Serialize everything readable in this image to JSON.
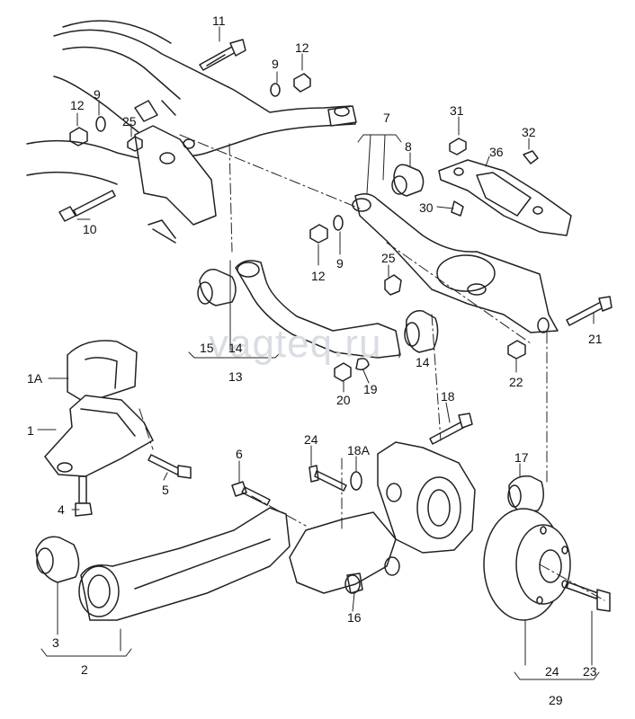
{
  "watermark": "vagteq.ru",
  "labels": [
    "11",
    "12",
    "9",
    "12",
    "9",
    "25",
    "7",
    "8",
    "31",
    "32",
    "36",
    "30",
    "10",
    "12",
    "9",
    "25",
    "15",
    "14",
    "13",
    "14",
    "21",
    "22",
    "20",
    "19",
    "1A",
    "18",
    "18A",
    "24",
    "1",
    "6",
    "5",
    "17",
    "4",
    "3",
    "2",
    "16",
    "24",
    "23",
    "29"
  ]
}
